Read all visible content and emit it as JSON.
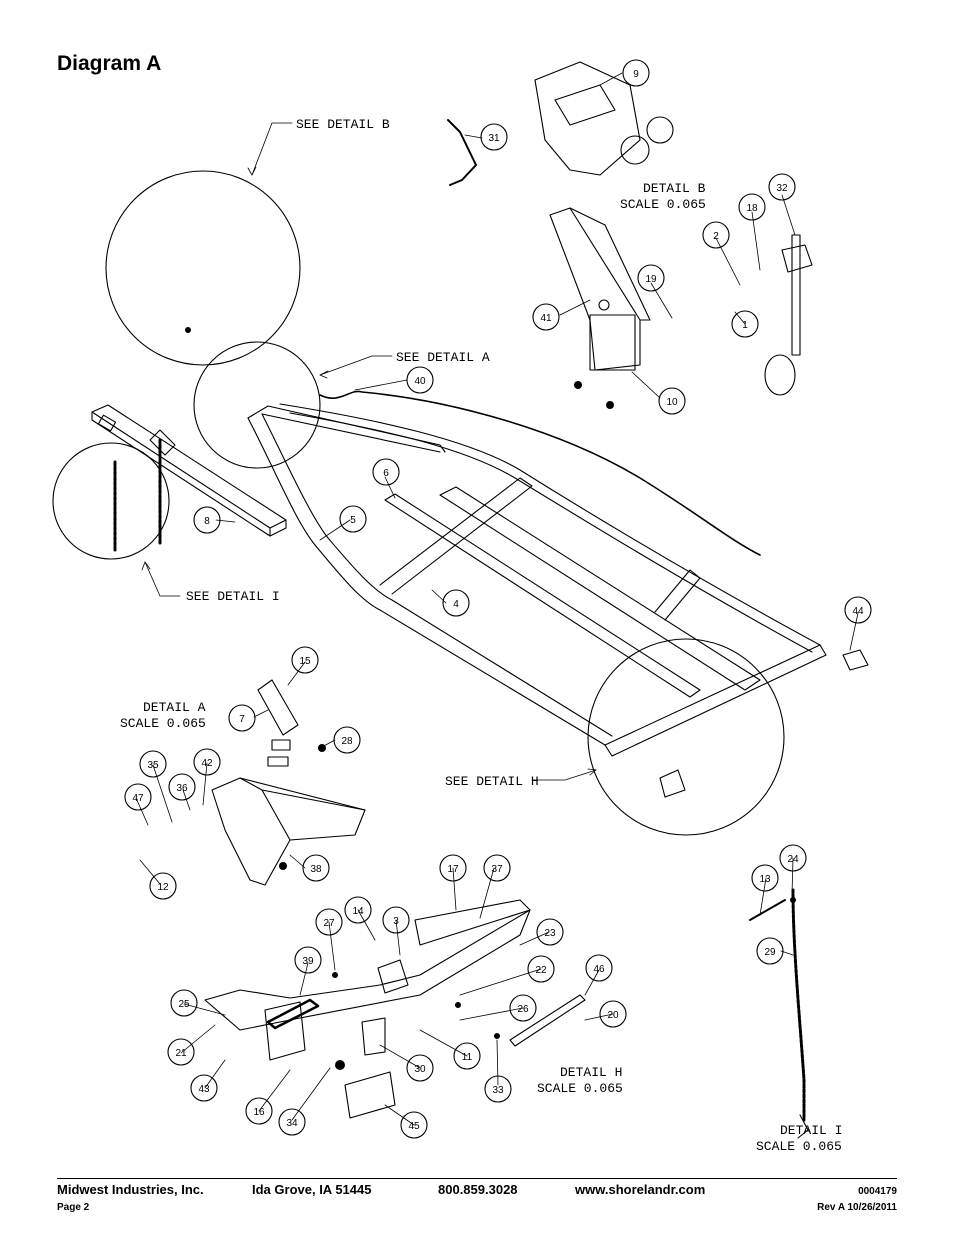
{
  "title": "Diagram A",
  "callouts": {
    "detail_b_ref": "SEE DETAIL  B",
    "detail_a_ref": "SEE DETAIL  A",
    "detail_i_ref": "SEE DETAIL  I",
    "detail_h_ref": "SEE DETAIL  H"
  },
  "detail_labels": {
    "b_title": "DETAIL  B",
    "b_scale": "SCALE  0.065",
    "a_title": "DETAIL  A",
    "a_scale": "SCALE  0.065",
    "h_title": "DETAIL  H",
    "h_scale": "SCALE  0.065",
    "i_title": "DETAIL  I",
    "i_scale": "SCALE  0.065"
  },
  "parts": [
    "9",
    "31",
    "32",
    "18",
    "2",
    "19",
    "41",
    "1",
    "10",
    "40",
    "6",
    "5",
    "8",
    "4",
    "44",
    "15",
    "7",
    "28",
    "42",
    "35",
    "36",
    "47",
    "38",
    "12",
    "17",
    "37",
    "14",
    "3",
    "27",
    "23",
    "39",
    "22",
    "25",
    "26",
    "46",
    "20",
    "21",
    "11",
    "30",
    "33",
    "43",
    "16",
    "34",
    "45",
    "13",
    "24",
    "29"
  ],
  "footer": {
    "company": "Midwest Industries, Inc.",
    "city": "Ida Grove, IA  51445",
    "phone": "800.859.3028",
    "website": "www.shorelandr.com",
    "doc_number": "0004179",
    "page": "Page 2",
    "revision": "Rev A 10/26/2011"
  }
}
